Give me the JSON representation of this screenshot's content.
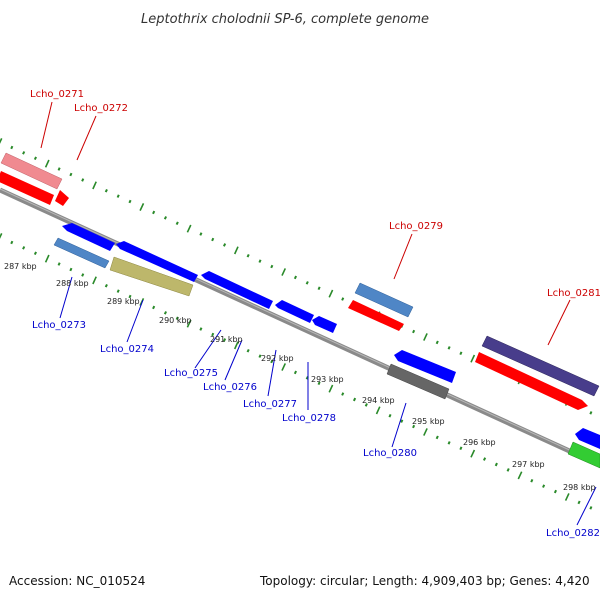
{
  "title": "Leptothrix cholodnii SP-6, complete genome",
  "footer": {
    "accession": "Accession: NC_010524",
    "stats": "Topology: circular; Length: 4,909,403 bp; Genes: 4,420"
  },
  "colors": {
    "forward_label": "#cc0000",
    "reverse_label": "#0000cc",
    "backbone": "#8a8a8a",
    "tick": "#2a8a2a"
  },
  "scale_labels": [
    "287 kbp",
    "288 kbp",
    "289 kbp",
    "290 kbp",
    "291 kbp",
    "292 kbp",
    "293 kbp",
    "294 kbp",
    "295 kbp",
    "296 kbp",
    "297 kbp",
    "298 kbp"
  ],
  "genes_forward": [
    {
      "label": "Lcho_0271",
      "feature_color": "#f08a90",
      "cds_color": "#ff0000"
    },
    {
      "label": "Lcho_0272",
      "feature_color": "#ff0000"
    },
    {
      "label": "Lcho_0279",
      "feature_color": "#4f86c6",
      "cds_color": "#ff0000"
    },
    {
      "label": "Lcho_0281",
      "feature_color": "#483d8b",
      "cds_color": "#ff0000"
    }
  ],
  "genes_reverse": [
    {
      "label": "Lcho_0273",
      "feature_color": "#4f86c6",
      "cds_color": "#0000ff"
    },
    {
      "label": "Lcho_0274",
      "feature_color": "#bdb76b",
      "cds_color": "#0000ff"
    },
    {
      "label": "Lcho_0275",
      "cds_color": "#0000ff"
    },
    {
      "label": "Lcho_0276",
      "cds_color": "#0000ff"
    },
    {
      "label": "Lcho_0277",
      "cds_color": "#0000ff"
    },
    {
      "label": "Lcho_0278",
      "cds_color": "#0000ff"
    },
    {
      "label": "Lcho_0280",
      "feature_color": "#666666",
      "cds_color": "#0000ff"
    },
    {
      "label": "Lcho_0282",
      "feature_color": "#33cc33",
      "cds_color": "#0000ff"
    }
  ]
}
